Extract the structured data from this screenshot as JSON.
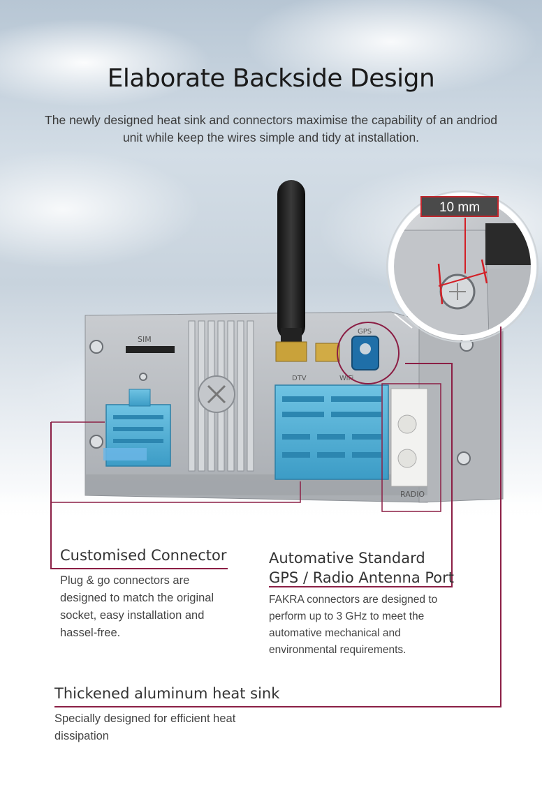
{
  "header": {
    "title": "Elaborate Backside Design",
    "subtitle": "The newly designed heat sink and connectors maximise the capability of an andriod unit while keep the wires simple and tidy at installation."
  },
  "callout": {
    "measure": "10 mm"
  },
  "unit_labels": {
    "sim": "SIM",
    "dtv": "DTV",
    "gps": "GPS",
    "wifi": "WiFi",
    "radio": "RADIO"
  },
  "features": [
    {
      "title": "Customised Connector",
      "text": "Plug & go connectors are designed to match the original socket, easy installation and hassel-free."
    },
    {
      "title": "Automative Standard GPS / Radio Antenna Port",
      "title_line1": "Automative Standard",
      "title_line2": "GPS / Radio Antenna Port",
      "text": "FAKRA connectors are designed to perform up to 3 GHz to meet the automative mechanical and environmental requirements."
    },
    {
      "title": "Thickened aluminum heat sink",
      "text": "Specially designed for efficient heat dissipation"
    }
  ],
  "colors": {
    "accent": "#8b1f45",
    "connector_blue": "#4fb0d6",
    "fakra_blue": "#1f6fa8",
    "panel": "#b9bcc0"
  }
}
